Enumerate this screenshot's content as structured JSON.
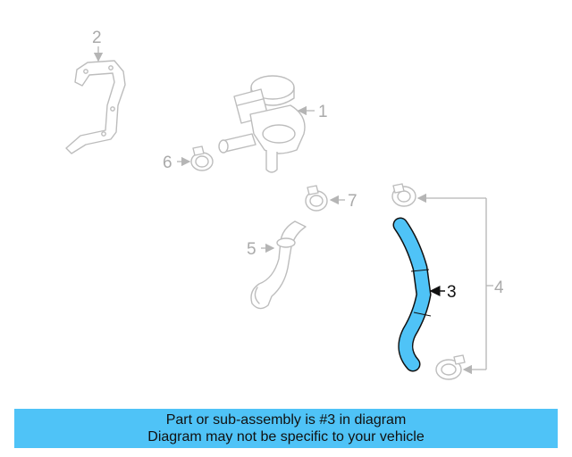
{
  "callouts": {
    "c1": "1",
    "c2": "2",
    "c3": "3",
    "c4": "4",
    "c5": "5",
    "c6": "6",
    "c7": "7"
  },
  "banner": {
    "line1": "Part or sub-assembly is #3 in diagram",
    "line2": "Diagram may not be specific to your vehicle"
  },
  "colors": {
    "highlight": "#4fc3f7",
    "ghost_lines": "#bdbdbd"
  }
}
